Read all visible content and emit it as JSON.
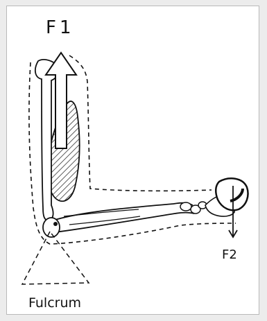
{
  "labels": {
    "force_1": "F1",
    "force_2": "F2",
    "fulcrum": "Fulcrum"
  },
  "colors": {
    "ink": "#111111",
    "background": "#ffffff",
    "frame": "#ececec",
    "border": "#b9b9b9"
  }
}
